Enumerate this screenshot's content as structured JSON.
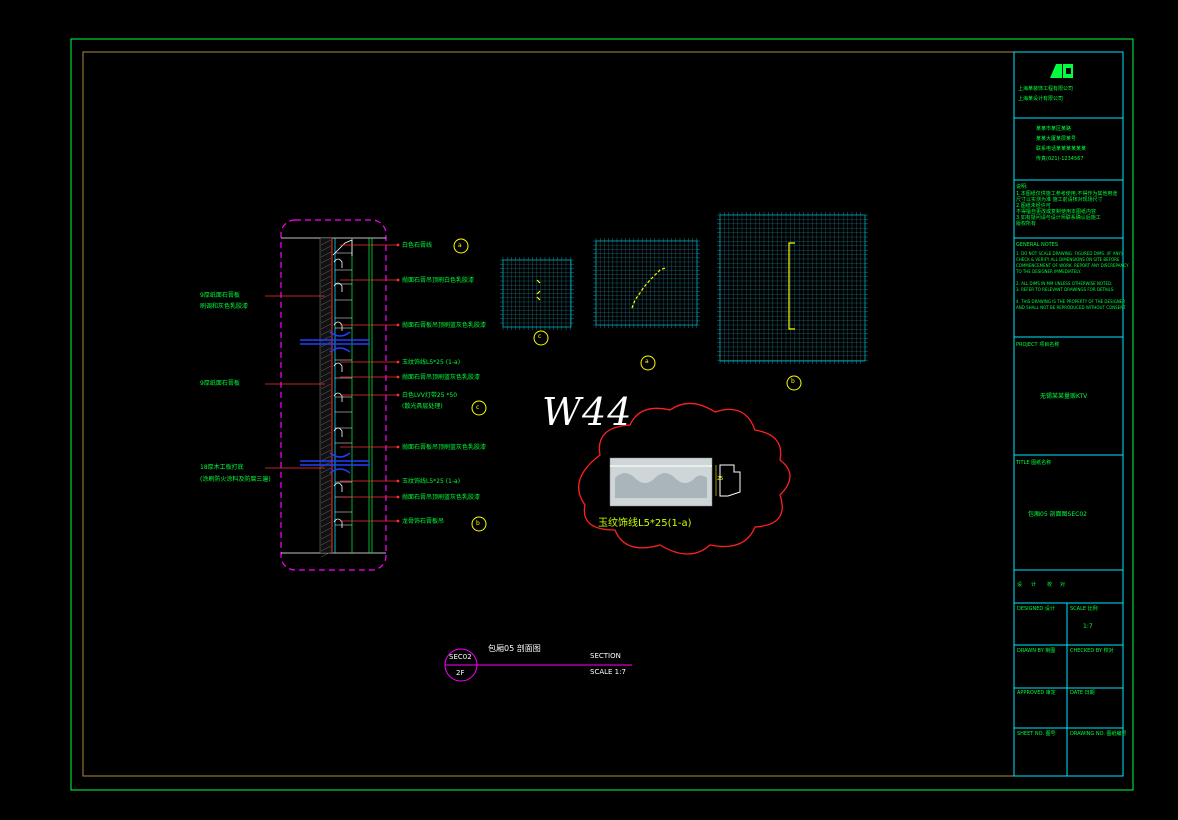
{
  "drawing": {
    "main_callouts": [
      {
        "text": "白色石膏线",
        "tag": "a"
      },
      {
        "text": "抛面石膏吊顶刷白色乳胶漆"
      },
      {
        "text": "抛面石膏板吊顶刷蓝灰色乳胶漆"
      },
      {
        "text": "玉纹饰线L5*25 (1-a)"
      },
      {
        "text": "抛面石膏吊顶刷蓝灰色乳胶漆"
      },
      {
        "text": "白色LVV灯带25 *50",
        "sub": "(散光具层处理)",
        "tag": "c"
      },
      {
        "text": "抛面石膏板吊顶刷蓝灰色乳胶漆"
      },
      {
        "text": "玉纹饰线L5*25 (1-a)"
      },
      {
        "text": "抛面石膏吊顶刷蓝灰色乳胶漆"
      },
      {
        "text": "龙骨饰石膏板吊",
        "tag": "b"
      }
    ],
    "left_callouts": [
      {
        "text": "9厚纸面石膏板",
        "sub": "刷调和灰色乳胶漆"
      },
      {
        "text": "9厚纸面石膏板"
      },
      {
        "text": "18厚木工板打底",
        "sub": "(涂刷防火涂料及防腐三遍)"
      }
    ],
    "detail_tags": [
      "c",
      "a",
      "b"
    ],
    "watermark": "W44",
    "cloud_caption": "玉纹饰线L5*25(1-a)",
    "cloud_dim": "25",
    "section_tag": {
      "top": "SEC02",
      "bottom": "2F"
    },
    "section_title": "包厢05 剖面图",
    "section_label": "SECTION",
    "scale_label": "SCALE 1:7"
  },
  "title_block": {
    "company_1": "上海某装饰工程有限公司",
    "company_2": "上海某设计有限公司",
    "address_lines": [
      "某某市某区某路",
      "某某大厦某层某号",
      "联系电话某某某某某某",
      "传真(021)-1234567"
    ],
    "notes_heading": "说明:",
    "notes_lines": [
      "1.本图纸仅供施工参考使用,不得作为其他用途",
      "  尺寸以实测为准        施工前请核对现场尺寸",
      "2.图纸未经许可",
      "  不得擅自更改或复制使用本图纸内容",
      "3.如有疑问请与设计师联系确认后施工",
      "  版权所有"
    ],
    "general_heading": "GENERAL NOTES",
    "general_lines": [
      "1. DO NOT SCALE DRAWING. FIGURED DIMS. (IF ANY)",
      "   CHECK & VERIFY ALL DIMENSIONS ON SITE BEFORE",
      "   COMMENCEMENT OF WORK. REPORT ANY DISCREPANCY",
      "   TO THE DESIGNER IMMEDIATELY.",
      "2. ALL DIMS IN MM UNLESS OTHERWISE NOTED.",
      "3. REFER TO RELEVANT DRAWINGS FOR DETAILS.",
      "4. THIS DRAWING IS THE PROPERTY OF THE DESIGNER",
      "   AND SHALL NOT BE REPRODUCED WITHOUT CONSENT."
    ],
    "project_heading": "PROJECT 项目名称",
    "project_name": "无锡某某量贩KTV",
    "title_heading": "TITLE 图纸名称",
    "drawing_title": "包厢05 剖面图SEC02",
    "signatures": [
      "设",
      "计",
      "校",
      "对"
    ],
    "cells": [
      {
        "label": "DESIGNED 设计",
        "value": ""
      },
      {
        "label": "SCALE 比例",
        "value": "1:7"
      },
      {
        "label": "DRAWN BY 制图",
        "value": ""
      },
      {
        "label": "CHECKED BY 校对",
        "value": ""
      },
      {
        "label": "APPROVED 审定",
        "value": ""
      },
      {
        "label": "DATE 日期",
        "value": ""
      },
      {
        "label": "SHEET NO. 图号",
        "value": ""
      },
      {
        "label": "DRAWING NO. 图纸编号",
        "value": ""
      }
    ]
  },
  "colors": {
    "frame_outer": "#00ff3c",
    "frame_inner": "#b08a3c",
    "cad_cyan": "#00e5ff",
    "cad_yellow": "#ffff00",
    "cad_magenta": "#ff00ff",
    "cad_red": "#ff2020",
    "cad_green": "#00ff3c",
    "cad_white": "#ffffff"
  }
}
